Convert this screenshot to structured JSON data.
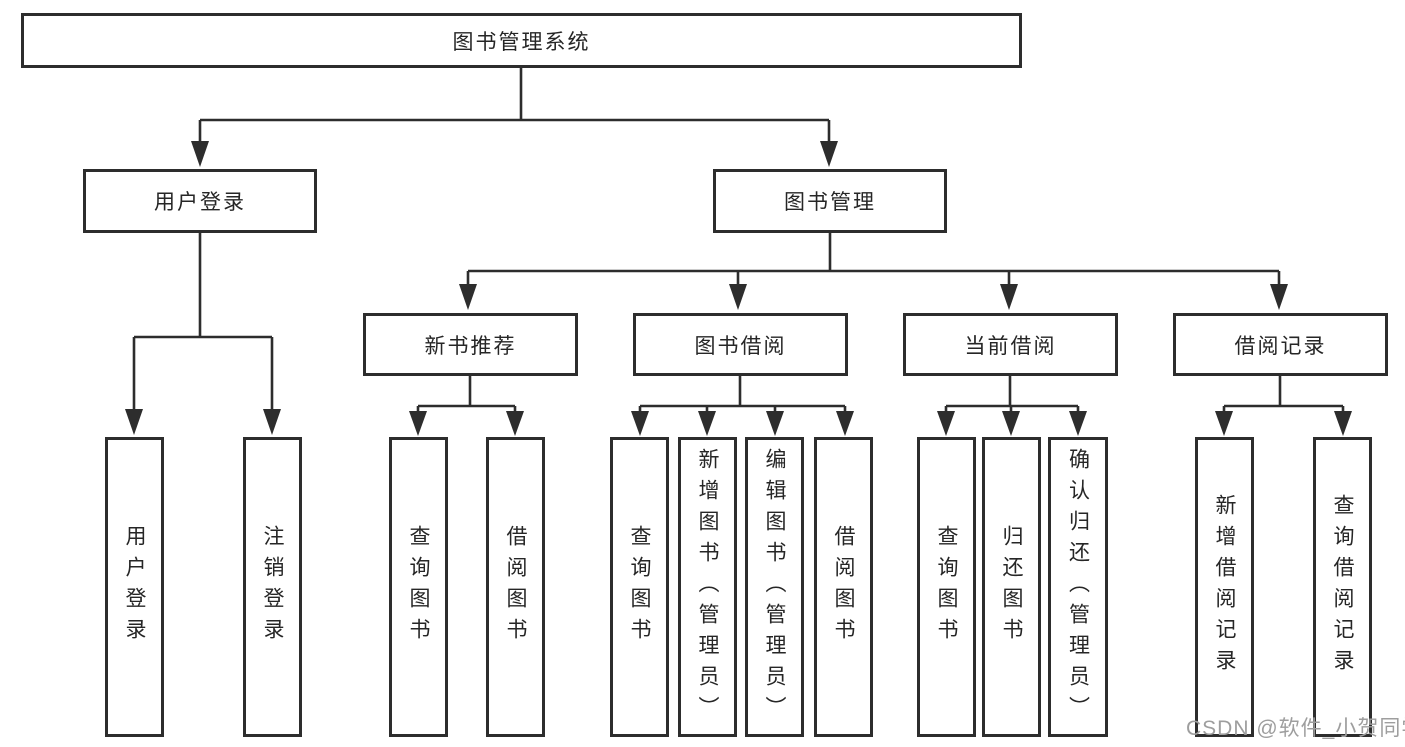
{
  "diagram": {
    "root": {
      "label": "图书管理系统"
    },
    "branches": [
      {
        "label": "用户登录",
        "children": [
          {
            "label": "用户登录"
          },
          {
            "label": "注销登录"
          }
        ]
      },
      {
        "label": "图书管理",
        "children": [
          {
            "label": "新书推荐",
            "children": [
              {
                "label": "查询图书"
              },
              {
                "label": "借阅图书"
              }
            ]
          },
          {
            "label": "图书借阅",
            "children": [
              {
                "label": "查询图书"
              },
              {
                "label": "新增图书（管理员）"
              },
              {
                "label": "编辑图书（管理员）"
              },
              {
                "label": "借阅图书"
              }
            ]
          },
          {
            "label": "当前借阅",
            "children": [
              {
                "label": "查询图书"
              },
              {
                "label": "归还图书"
              },
              {
                "label": "确认归还（管理员）"
              }
            ]
          },
          {
            "label": "借阅记录",
            "children": [
              {
                "label": "新增借阅记录"
              },
              {
                "label": "查询借阅记录"
              }
            ]
          }
        ]
      }
    ]
  },
  "watermark": {
    "label": "CSDN @软件_小贺同学"
  },
  "colors": {
    "line": "#2d2d2d",
    "box_border": "#2d2d2d",
    "box_fill": "#ffffff",
    "text": "#262626",
    "watermark": "#9e9e9e"
  }
}
